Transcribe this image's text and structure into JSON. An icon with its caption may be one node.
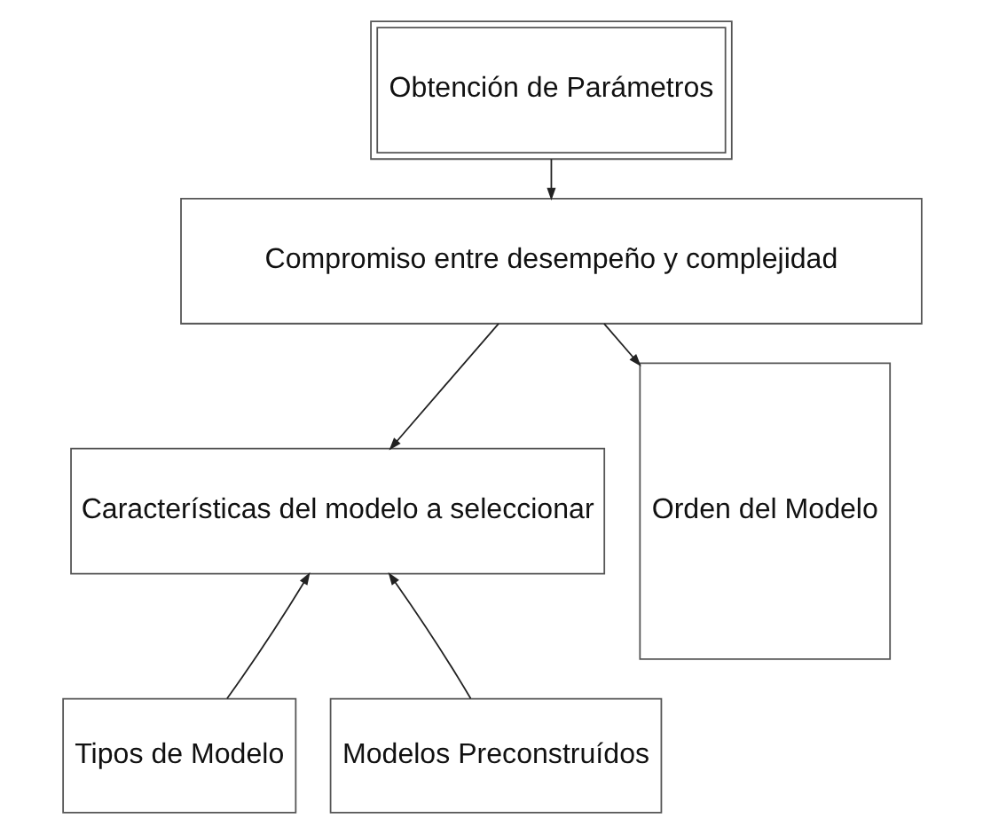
{
  "diagram": {
    "nodes": [
      {
        "text": [
          "Obtención de Parámetros"
        ]
      },
      {
        "text": [
          "Compromiso entre desempeño y complejidad"
        ]
      },
      {
        "text": [
          "Características del modelo a seleccionar"
        ]
      },
      {
        "text": [
          "Orden del Modelo"
        ]
      },
      {
        "text": [
          "Tipos de Modelo"
        ]
      },
      {
        "text": [
          "Modelos Preconstruídos"
        ]
      }
    ],
    "edges": [
      {
        "from": 0,
        "to": 1,
        "arrow": "to"
      },
      {
        "from": 1,
        "to": 2,
        "arrow": "to"
      },
      {
        "from": 1,
        "to": 3,
        "arrow": "to"
      },
      {
        "from": 4,
        "to": 2,
        "arrow": "to"
      },
      {
        "from": 5,
        "to": 2,
        "arrow": "to"
      }
    ]
  }
}
